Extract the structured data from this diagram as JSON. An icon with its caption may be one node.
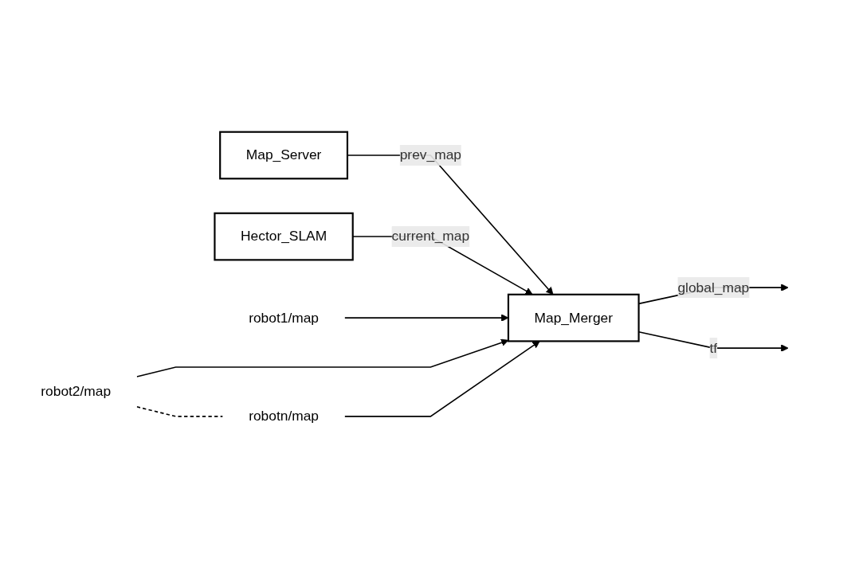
{
  "diagram": {
    "nodes": [
      {
        "text": [
          "Map_Server"
        ]
      },
      {
        "text": [
          "Hector_SLAM"
        ]
      },
      {
        "text": [
          "Map_Merger"
        ]
      },
      {
        "text": [
          "robot1/map"
        ]
      },
      {
        "text": [
          "robot2/map"
        ]
      },
      {
        "text": [
          "robotn/map"
        ]
      }
    ],
    "edges": [
      {
        "from": 0,
        "to": 2,
        "arrow": "to",
        "label": "prev_map"
      },
      {
        "from": 1,
        "to": 2,
        "arrow": "to",
        "label": "current_map"
      },
      {
        "from": 3,
        "to": 2,
        "arrow": "to"
      },
      {
        "from": 4,
        "to": 2,
        "arrow": "to"
      },
      {
        "from": 5,
        "to": 2,
        "arrow": "to"
      },
      {
        "from": 4,
        "to": 5,
        "arrow": "none",
        "style": "dashed"
      },
      {
        "from": 2,
        "to": null,
        "arrow": "to",
        "label": "global_map"
      },
      {
        "from": 2,
        "to": null,
        "arrow": "to",
        "label": "tf"
      }
    ]
  }
}
